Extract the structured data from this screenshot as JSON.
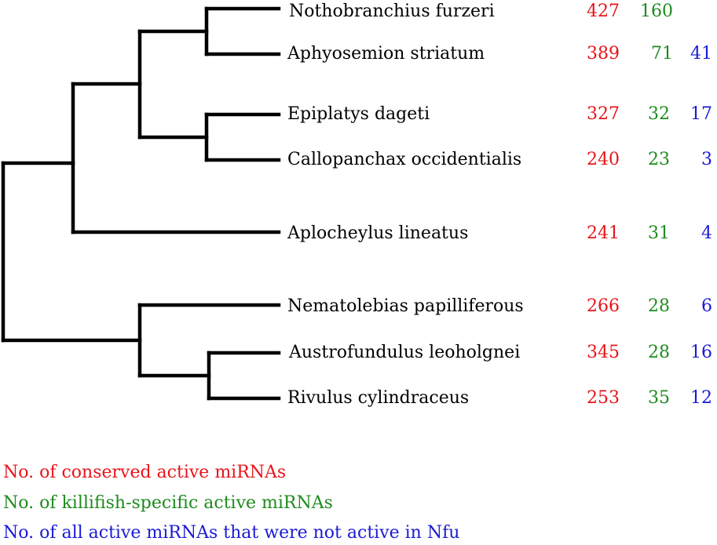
{
  "colors": {
    "conserved": "#e8141a",
    "killifish": "#1e8b1e",
    "not_nfu": "#1a1ad6",
    "branch": "#000000"
  },
  "species": [
    {
      "name": "Nothobranchius furzeri",
      "conserved": "427",
      "killifish": "160",
      "not_nfu": ""
    },
    {
      "name": "Aphyosemion striatum",
      "conserved": "389",
      "killifish": "71",
      "not_nfu": "41"
    },
    {
      "name": "Epiplatys dageti",
      "conserved": "327",
      "killifish": "32",
      "not_nfu": "17"
    },
    {
      "name": "Callopanchax occidentialis",
      "conserved": "240",
      "killifish": "23",
      "not_nfu": "3"
    },
    {
      "name": "Aplocheylus lineatus",
      "conserved": "241",
      "killifish": "31",
      "not_nfu": "4"
    },
    {
      "name": "Nematolebias papilliferous",
      "conserved": "266",
      "killifish": "28",
      "not_nfu": "6"
    },
    {
      "name": "Austrofundulus leoholgnei",
      "conserved": "345",
      "killifish": "28",
      "not_nfu": "16"
    },
    {
      "name": "Rivulus cylindraceus",
      "conserved": "253",
      "killifish": "35",
      "not_nfu": "12"
    }
  ],
  "legend": {
    "conserved": "No. of conserved active miRNAs",
    "killifish": "No. of killifish-specific active miRNAs",
    "not_nfu": "No. of all active miRNAs that were not active in Nfu"
  }
}
